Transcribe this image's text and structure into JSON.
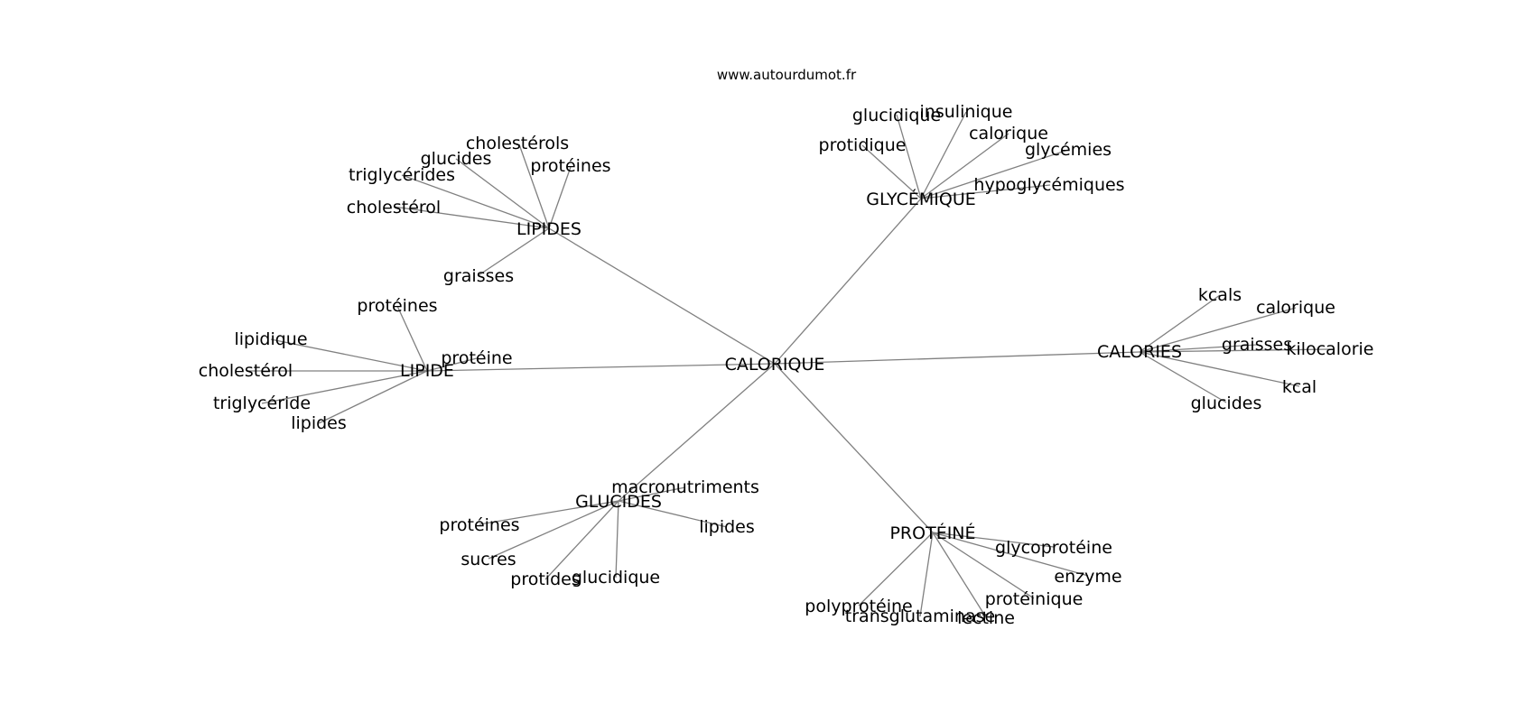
{
  "site": "www.autourdumot.fr",
  "colors": {
    "edge": "#808080",
    "text": "#000000",
    "background": "#ffffff"
  },
  "center": "CALORIQUE",
  "clusters": [
    {
      "hub": "LIPIDES",
      "words": [
        "cholestérols",
        "glucides",
        "triglycérides",
        "protéines",
        "cholestérol",
        "graisses"
      ]
    },
    {
      "hub": "GLYCÉMIQUE",
      "words": [
        "glucidique",
        "insulinique",
        "protidique",
        "calorique",
        "glycémies",
        "hypoglycémiques"
      ]
    },
    {
      "hub": "LIPIDE",
      "words": [
        "protéines",
        "lipidique",
        "protéine",
        "cholestérol",
        "triglycéride",
        "lipides"
      ]
    },
    {
      "hub": "CALORIES",
      "words": [
        "kcals",
        "calorique",
        "graisses",
        "kilocalorie",
        "kcal",
        "glucides"
      ]
    },
    {
      "hub": "GLUCIDES",
      "words": [
        "macronutriments",
        "protéines",
        "lipides",
        "sucres",
        "protides",
        "glucidique"
      ]
    },
    {
      "hub": "PROTÉINÉ",
      "words": [
        "glycoprotéine",
        "enzyme",
        "protéinique",
        "polyprotéine",
        "transglutaminase",
        "lectine"
      ]
    }
  ]
}
